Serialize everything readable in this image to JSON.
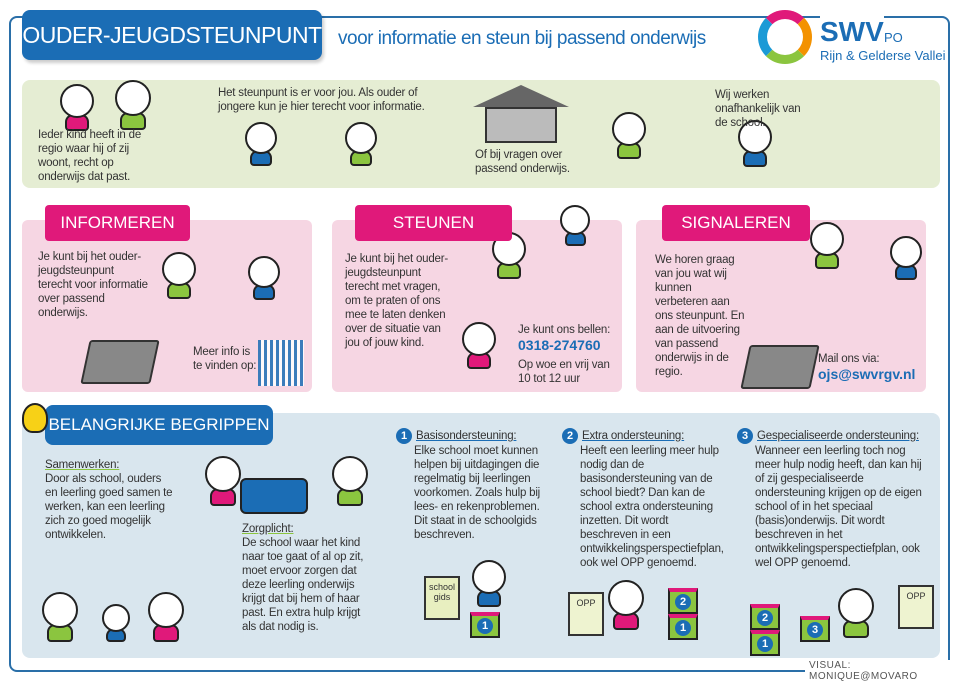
{
  "header": {
    "title": "OUDER-JEUGDSTEUNPUNT",
    "subtitle": "voor informatie en steun bij passend onderwijs",
    "logo": {
      "name": "SWV",
      "suffix": "PO",
      "region": "Rijn & Gelderse Vallei"
    }
  },
  "intro": {
    "item1": "Ieder kind heeft in de regio waar hij of zij woont, recht op onderwijs dat past.",
    "item2": "Het steunpunt is er voor jou. Als ouder of jongere kun je hier terecht voor informatie.",
    "item3": "Of bij vragen over passend onderwijs.",
    "item4": "Wij werken onafhankelijk van de school."
  },
  "informeren": {
    "title": "INFORMEREN",
    "text": "Je kunt bij het ouder-jeugdsteunpunt terecht voor informatie over passend onderwijs.",
    "more_info": "Meer info is te vinden op:"
  },
  "steunen": {
    "title": "STEUNEN",
    "text": "Je kunt bij het ouder-jeugdsteunpunt terecht met vragen, om te praten of ons mee te laten denken over de situatie van jou of jouw kind.",
    "call_label": "Je kunt ons bellen:",
    "phone": "0318-274760",
    "hours": "Op woe en vrij van 10 tot 12 uur"
  },
  "signaleren": {
    "title": "SIGNALEREN",
    "text": "We horen graag van jou wat wij kunnen verbeteren aan ons steunpunt. En aan de uitvoering van passend onderwijs in de regio.",
    "mail_label": "Mail ons via:",
    "email": "ojs@swvrgv.nl"
  },
  "begrippen": {
    "title": "BELANGRIJKE BEGRIPPEN",
    "samenwerken": {
      "term": "Samenwerken:",
      "text": "Door als school, ouders en leerling goed samen te werken, kan een leerling zich zo goed mogelijk ontwikkelen."
    },
    "zorgplicht": {
      "term": "Zorgplicht:",
      "text": "De school waar het kind naar toe gaat of al op zit, moet ervoor zorgen dat deze leerling onderwijs krijgt dat bij hem of haar past. En extra hulp krijgt als dat nodig is."
    },
    "levels": [
      {
        "num": "1",
        "term": "Basisondersteuning:",
        "text": "Elke school moet kunnen helpen bij uitdagingen die regelmatig bij leerlingen voorkomen. Zoals hulp bij lees- en rekenproblemen. Dit staat in de schoolgids beschreven.",
        "book": "school gids"
      },
      {
        "num": "2",
        "term": "Extra ondersteuning:",
        "text": "Heeft een leerling meer hulp nodig dan de basisondersteuning van de school biedt? Dan kan de school extra ondersteuning inzetten. Dit wordt beschreven in een ontwikkelingsperspectiefplan, ook wel OPP genoemd.",
        "book": "OPP"
      },
      {
        "num": "3",
        "term": "Gespecialiseerde ondersteuning:",
        "text": "Wanneer een leerling toch nog meer hulp nodig heeft, dan kan hij of zij gespecialiseerde ondersteuning krijgen op de eigen school of in het speciaal (basis)onderwijs. Dit wordt beschreven in het ontwikkelingsperspectiefplan, ook wel OPP genoemd.",
        "book": "OPP"
      }
    ]
  },
  "footer": {
    "credit": "VISUAL: MONIQUE@MOVARO"
  },
  "colors": {
    "blue": "#1b6db5",
    "pink": "#e0197a",
    "green": "#8bc53f",
    "light_green": "#e5edd3",
    "light_pink": "#f6d6e3",
    "light_blue": "#d9e6ee"
  }
}
